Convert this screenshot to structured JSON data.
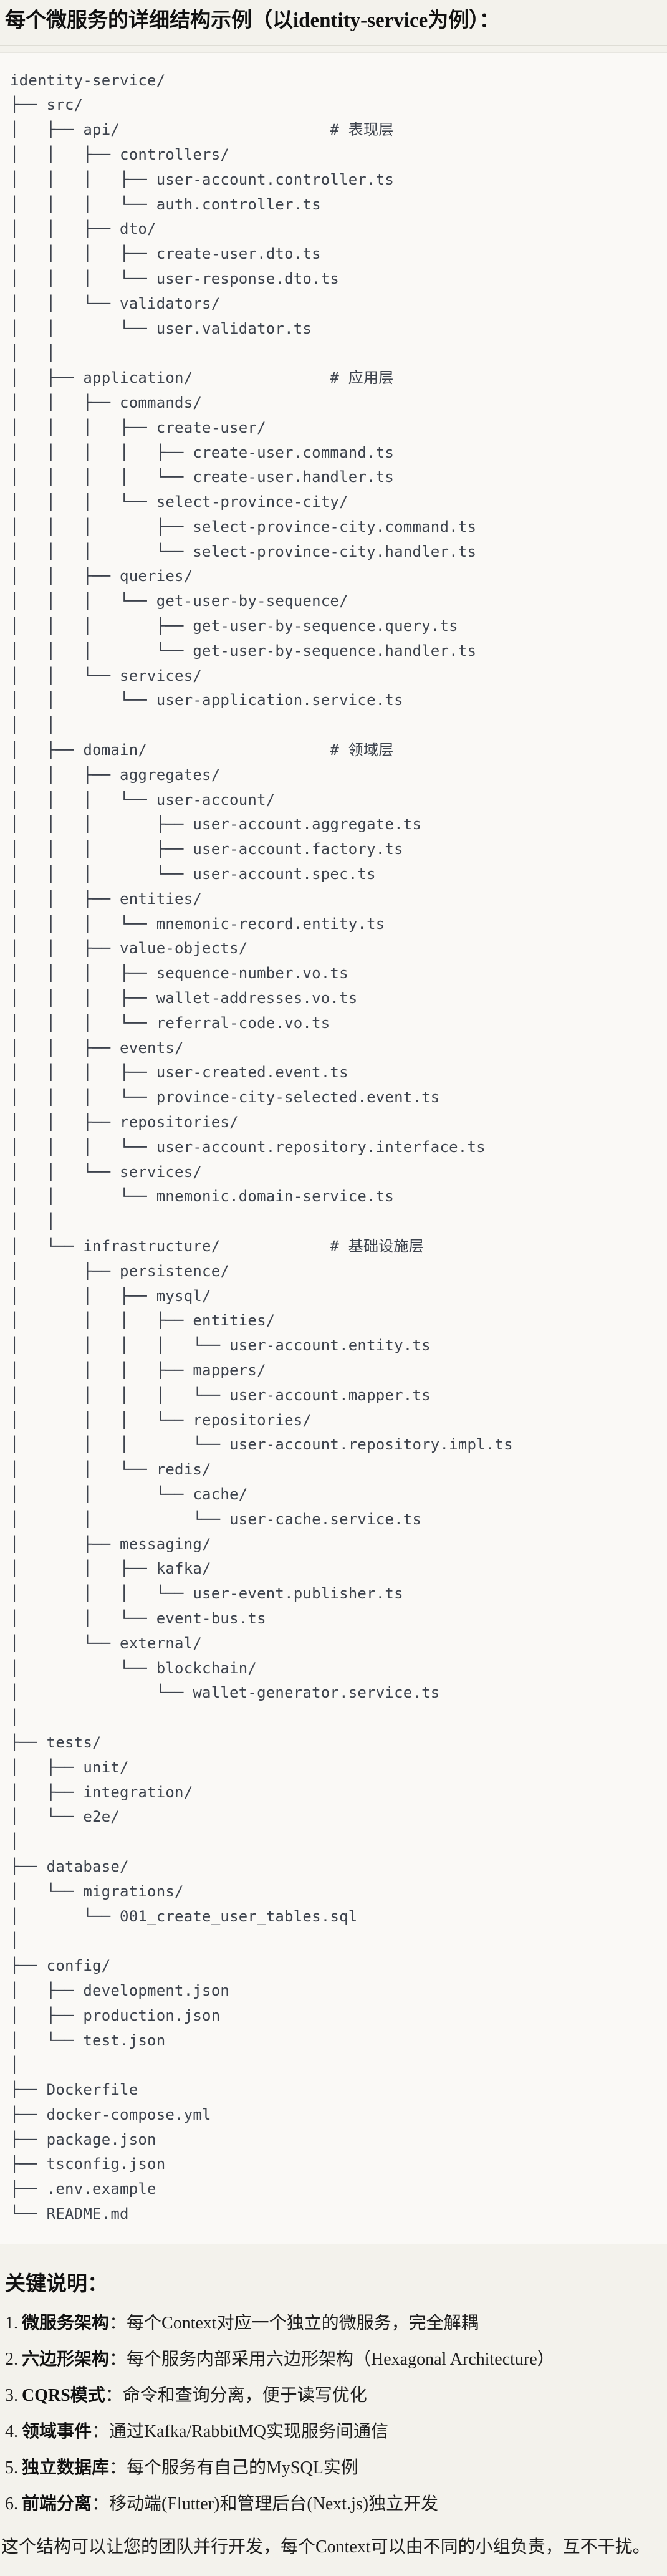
{
  "header": {
    "title": "每个微服务的详细结构示例（以identity-service为例）："
  },
  "code_block": {
    "language": "text",
    "lines": [
      "identity-service/",
      "├── src/",
      "│   ├── api/                       # 表现层",
      "│   │   ├── controllers/",
      "│   │   │   ├── user-account.controller.ts",
      "│   │   │   └── auth.controller.ts",
      "│   │   ├── dto/",
      "│   │   │   ├── create-user.dto.ts",
      "│   │   │   └── user-response.dto.ts",
      "│   │   └── validators/",
      "│   │       └── user.validator.ts",
      "│   │",
      "│   ├── application/               # 应用层",
      "│   │   ├── commands/",
      "│   │   │   ├── create-user/",
      "│   │   │   │   ├── create-user.command.ts",
      "│   │   │   │   └── create-user.handler.ts",
      "│   │   │   └── select-province-city/",
      "│   │   │       ├── select-province-city.command.ts",
      "│   │   │       └── select-province-city.handler.ts",
      "│   │   ├── queries/",
      "│   │   │   └── get-user-by-sequence/",
      "│   │   │       ├── get-user-by-sequence.query.ts",
      "│   │   │       └── get-user-by-sequence.handler.ts",
      "│   │   └── services/",
      "│   │       └── user-application.service.ts",
      "│   │",
      "│   ├── domain/                    # 领域层",
      "│   │   ├── aggregates/",
      "│   │   │   └── user-account/",
      "│   │   │       ├── user-account.aggregate.ts",
      "│   │   │       ├── user-account.factory.ts",
      "│   │   │       └── user-account.spec.ts",
      "│   │   ├── entities/",
      "│   │   │   └── mnemonic-record.entity.ts",
      "│   │   ├── value-objects/",
      "│   │   │   ├── sequence-number.vo.ts",
      "│   │   │   ├── wallet-addresses.vo.ts",
      "│   │   │   └── referral-code.vo.ts",
      "│   │   ├── events/",
      "│   │   │   ├── user-created.event.ts",
      "│   │   │   └── province-city-selected.event.ts",
      "│   │   ├── repositories/",
      "│   │   │   └── user-account.repository.interface.ts",
      "│   │   └── services/",
      "│   │       └── mnemonic.domain-service.ts",
      "│   │",
      "│   └── infrastructure/            # 基础设施层",
      "│       ├── persistence/",
      "│       │   ├── mysql/",
      "│       │   │   ├── entities/",
      "│       │   │   │   └── user-account.entity.ts",
      "│       │   │   ├── mappers/",
      "│       │   │   │   └── user-account.mapper.ts",
      "│       │   │   └── repositories/",
      "│       │   │       └── user-account.repository.impl.ts",
      "│       │   └── redis/",
      "│       │       └── cache/",
      "│       │           └── user-cache.service.ts",
      "│       ├── messaging/",
      "│       │   ├── kafka/",
      "│       │   │   └── user-event.publisher.ts",
      "│       │   └── event-bus.ts",
      "│       └── external/",
      "│           └── blockchain/",
      "│               └── wallet-generator.service.ts",
      "│",
      "├── tests/",
      "│   ├── unit/",
      "│   ├── integration/",
      "│   └── e2e/",
      "│",
      "├── database/",
      "│   └── migrations/",
      "│       └── 001_create_user_tables.sql",
      "│",
      "├── config/",
      "│   ├── development.json",
      "│   ├── production.json",
      "│   └── test.json",
      "│",
      "├── Dockerfile",
      "├── docker-compose.yml",
      "├── package.json",
      "├── tsconfig.json",
      "├── .env.example",
      "└── README.md"
    ]
  },
  "notes": {
    "heading": "关键说明：",
    "items": [
      {
        "num": "1.",
        "term": "微服务架构",
        "desc": "：每个Context对应一个独立的微服务，完全解耦"
      },
      {
        "num": "2.",
        "term": "六边形架构",
        "desc": "：每个服务内部采用六边形架构（Hexagonal Architecture）"
      },
      {
        "num": "3.",
        "term": "CQRS模式",
        "desc": "：命令和查询分离，便于读写优化"
      },
      {
        "num": "4.",
        "term": "领域事件",
        "desc": "：通过Kafka/RabbitMQ实现服务间通信"
      },
      {
        "num": "5.",
        "term": "独立数据库",
        "desc": "：每个服务有自己的MySQL实例"
      },
      {
        "num": "6.",
        "term": "前端分离",
        "desc": "：移动端(Flutter)和管理后台(Next.js)独立开发"
      }
    ]
  },
  "footer": {
    "closing": "这个结构可以让您的团队并行开发，每个Context可以由不同的小组负责，互不干扰。"
  },
  "colors": {
    "page_background": "#f3f2ec",
    "code_background": "#faf9f6",
    "divider": "#deddd5",
    "code_text": "#3d434d",
    "body_text": "#1f1f1f"
  }
}
